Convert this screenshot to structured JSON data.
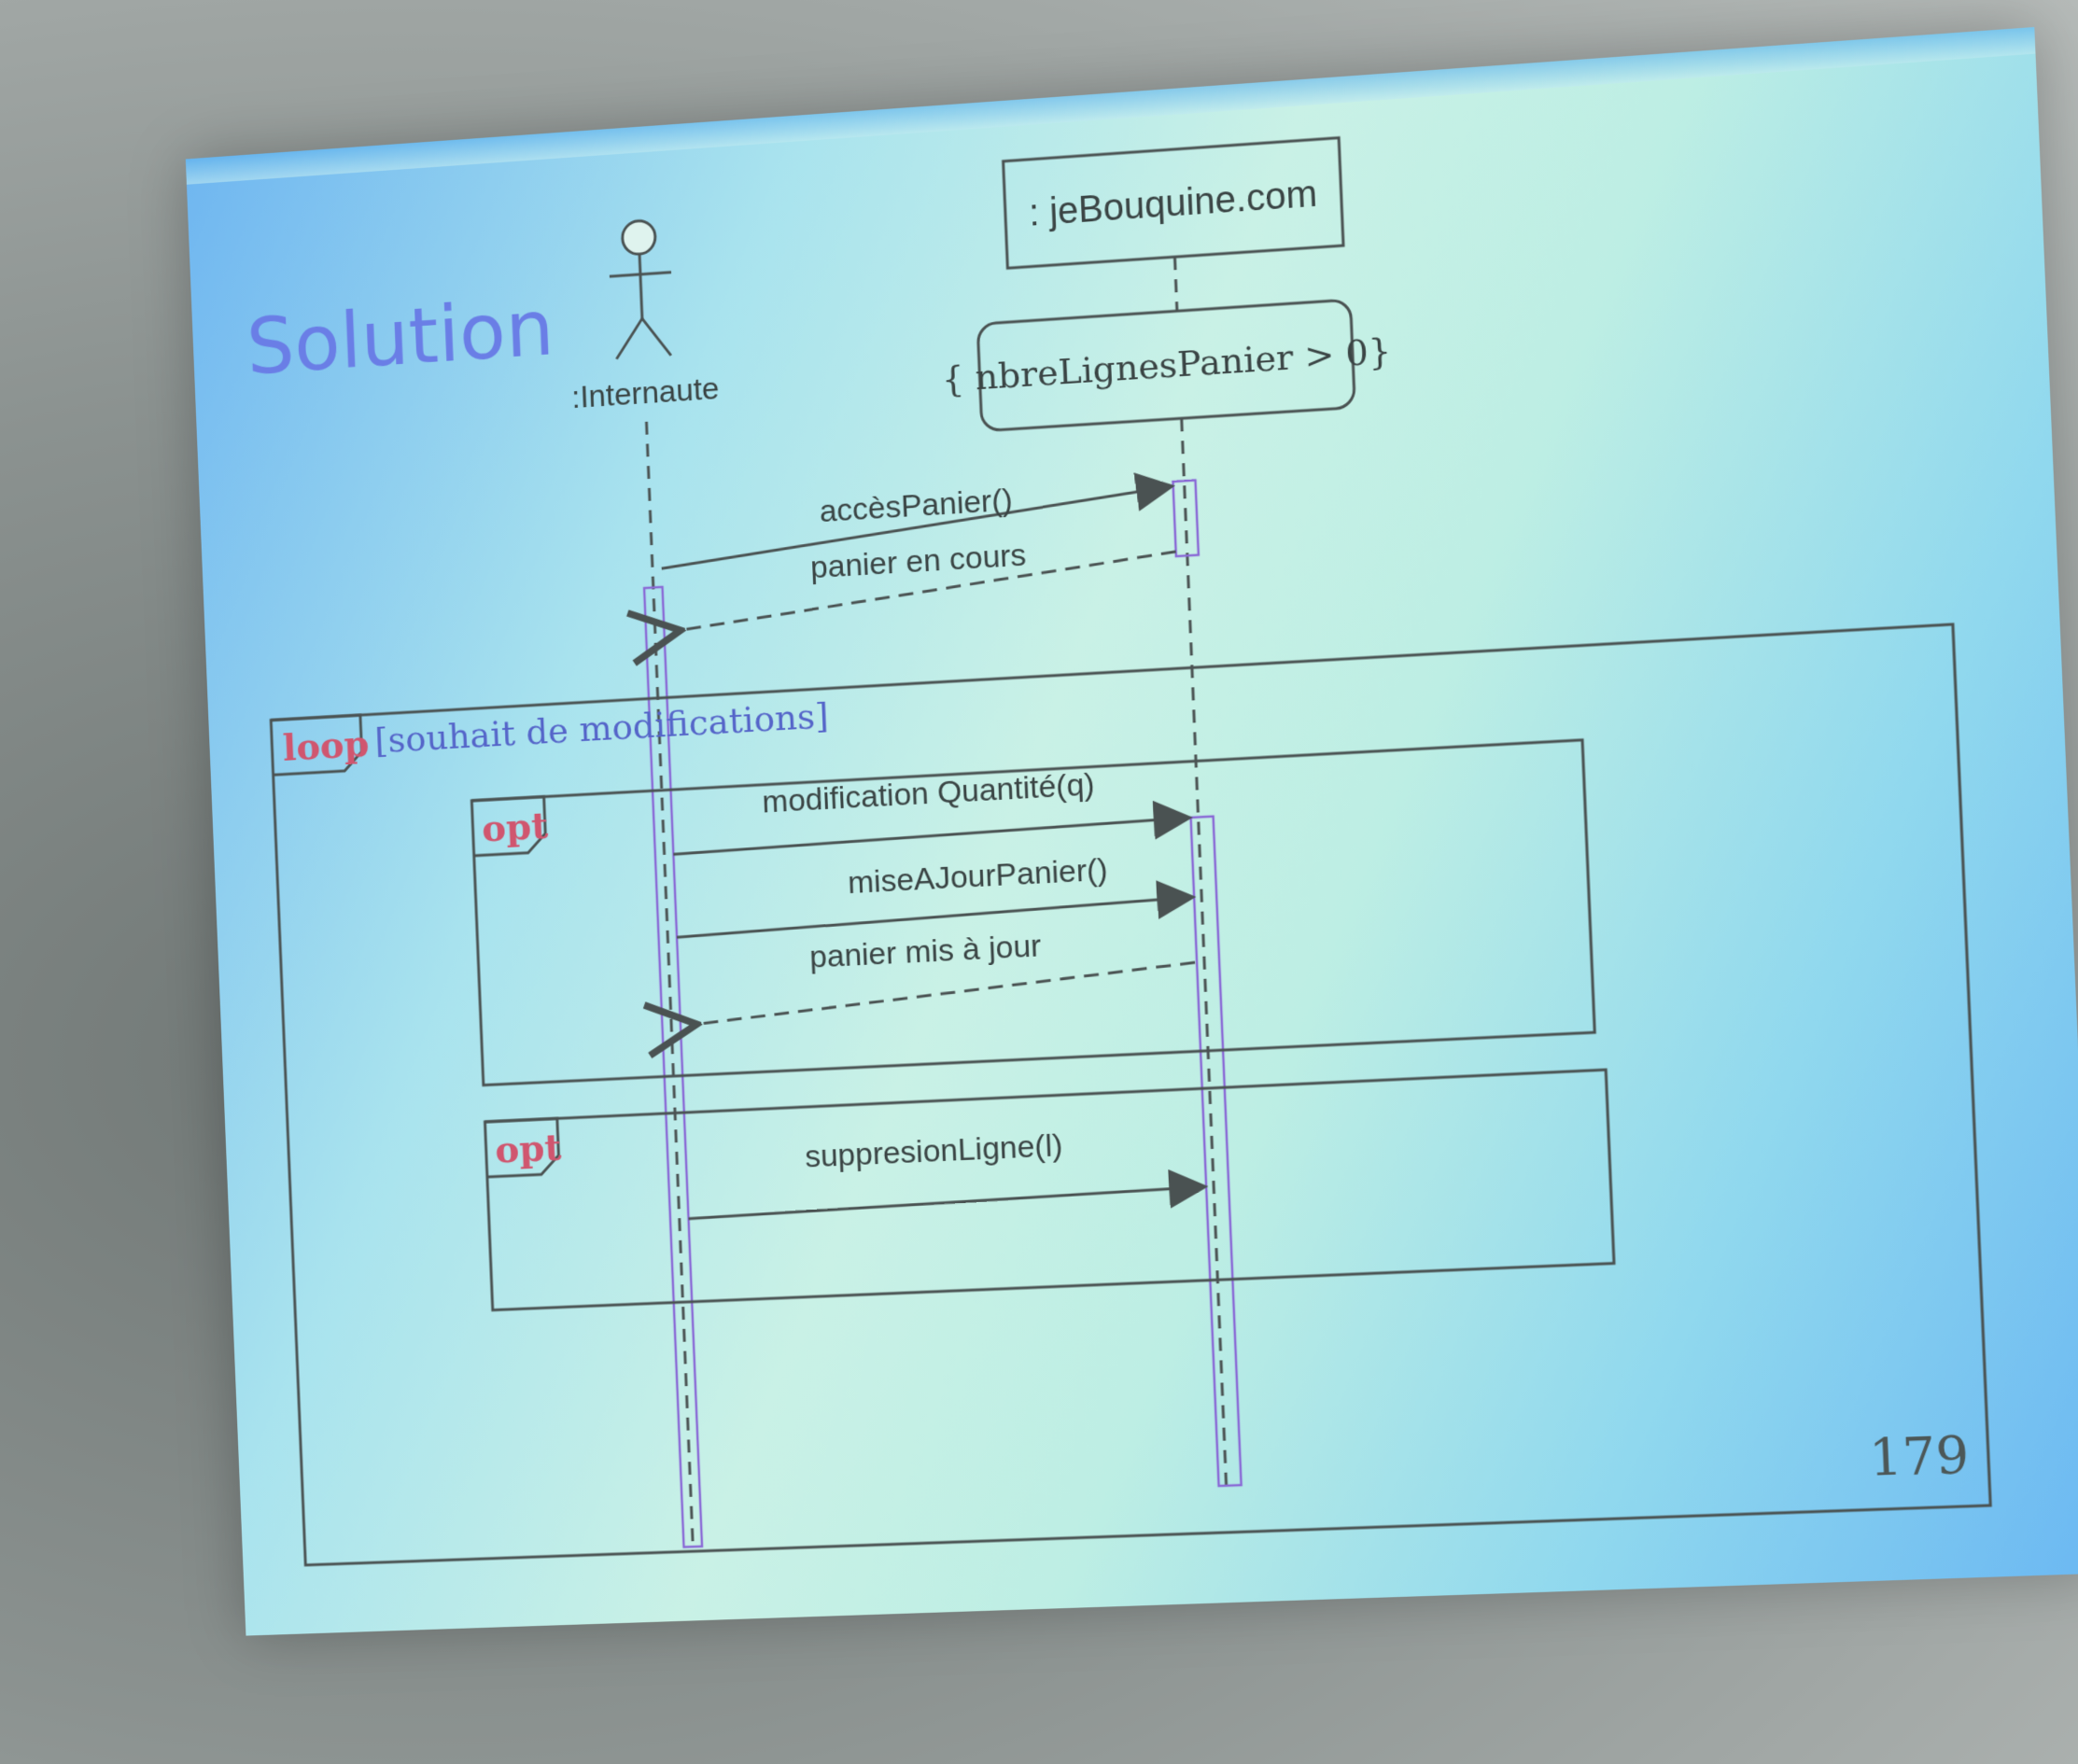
{
  "slide": {
    "title": "Solution",
    "page_number": "179"
  },
  "lifelines": {
    "actor_label": ":Internaute",
    "object_label": ": jeBouquine.com"
  },
  "constraint": "{  nbreLignesPanier > 0}",
  "messages": {
    "m1": "accèsPanier()",
    "m2": "panier en cours",
    "m3": "modification Quantité(q)",
    "m4": "miseAJourPanier()",
    "m5": "panier mis à jour",
    "m6": "suppresionLigne(l)"
  },
  "fragments": {
    "loop_keyword": "loop",
    "loop_guard": "[souhait de modifications]",
    "opt1_keyword": "opt",
    "opt2_keyword": "opt"
  },
  "colors": {
    "title": "#6a7ee6",
    "keyword": "#d0566f",
    "guard": "#5565c9",
    "line": "#4a5252",
    "activation": "#8a6ad6"
  }
}
